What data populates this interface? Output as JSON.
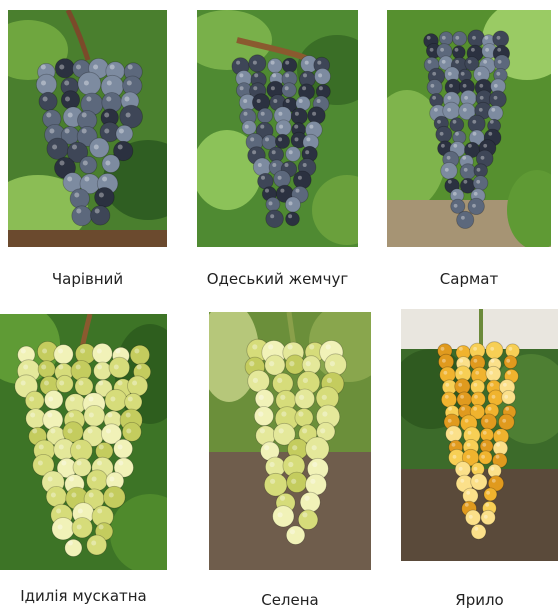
{
  "gallery": {
    "items": [
      {
        "name": "Чарівний",
        "kind": "dark-grape-cluster"
      },
      {
        "name": "Одеський жемчуг",
        "kind": "dark-grape-cluster"
      },
      {
        "name": "Сармат",
        "kind": "dark-grape-cluster"
      },
      {
        "name": "Ідилія мускатна",
        "kind": "white-grape-cluster"
      },
      {
        "name": "Селена",
        "kind": "white-grape-cluster"
      },
      {
        "name": "Ярило",
        "kind": "white-grape-cluster"
      }
    ]
  },
  "colors": {
    "dark_berry": "#3e4657",
    "dark_berry_bloom": "#7d8ba0",
    "white_berry": "#d6dc7a",
    "white_berry_light": "#f1f2b8",
    "amber_berry": "#f0b32e",
    "leaf": "#3f7a2a",
    "leaf_light": "#7fb04a"
  }
}
